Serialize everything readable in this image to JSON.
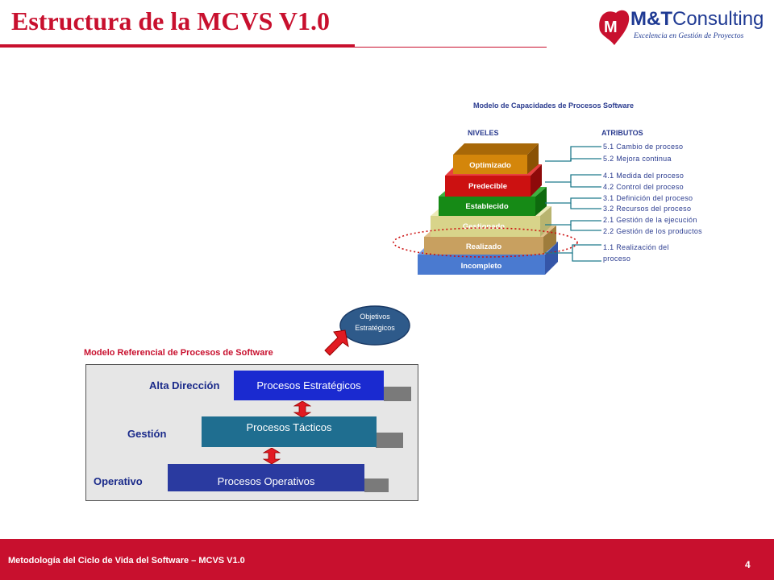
{
  "title": "Estructura de la MCVS V1.0",
  "logo": {
    "brand_mt": "M&T",
    "brand_consulting": "Consulting",
    "tagline": "Excelencia en Gestión de Proyectos"
  },
  "capability_model": {
    "title": "Modelo de Capacidades de Procesos Software",
    "levels_header": "NIVELES",
    "attributes_header": "ATRIBUTOS",
    "levels": [
      "Optimizado",
      "Predecible",
      "Establecido",
      "Gestionado",
      "Realizado",
      "Incompleto"
    ],
    "attributes": [
      "5.1 Cambio de proceso",
      "5.2 Mejora continua",
      "4.1 Medida del proceso",
      "4.2 Control del proceso",
      "3.1 Definición del proceso",
      "3.2 Recursos del proceso",
      "2.1 Gestión de la ejecución",
      "2.2 Gestión de los productos",
      "1.1 Realización del",
      "proceso"
    ]
  },
  "objectives": {
    "line1": "Objetivos",
    "line2": "Estratégicos"
  },
  "reference_model": {
    "title": "Modelo Referencial  de Procesos de Software",
    "rows": [
      {
        "label": "Alta Dirección",
        "process": "Procesos Estratégicos"
      },
      {
        "label": "Gestión",
        "process": "Procesos Tácticos"
      },
      {
        "label": "Operativo",
        "process": "Procesos Operativos"
      }
    ]
  },
  "footer": {
    "text": "Metodología del Ciclo de Vida  del Software – MCVS V1.0",
    "page": "4"
  },
  "colors": {
    "brand_red": "#c8102e",
    "navy": "#1a2a8a",
    "teal": "#1f7a8c",
    "level_optimizado": "#d4860b",
    "level_predecible": "#cc1111",
    "level_establecido": "#168a16",
    "level_gestionado": "#d8d48a",
    "level_realizado": "#c8a060",
    "level_incompleto": "#4a7ad0"
  }
}
